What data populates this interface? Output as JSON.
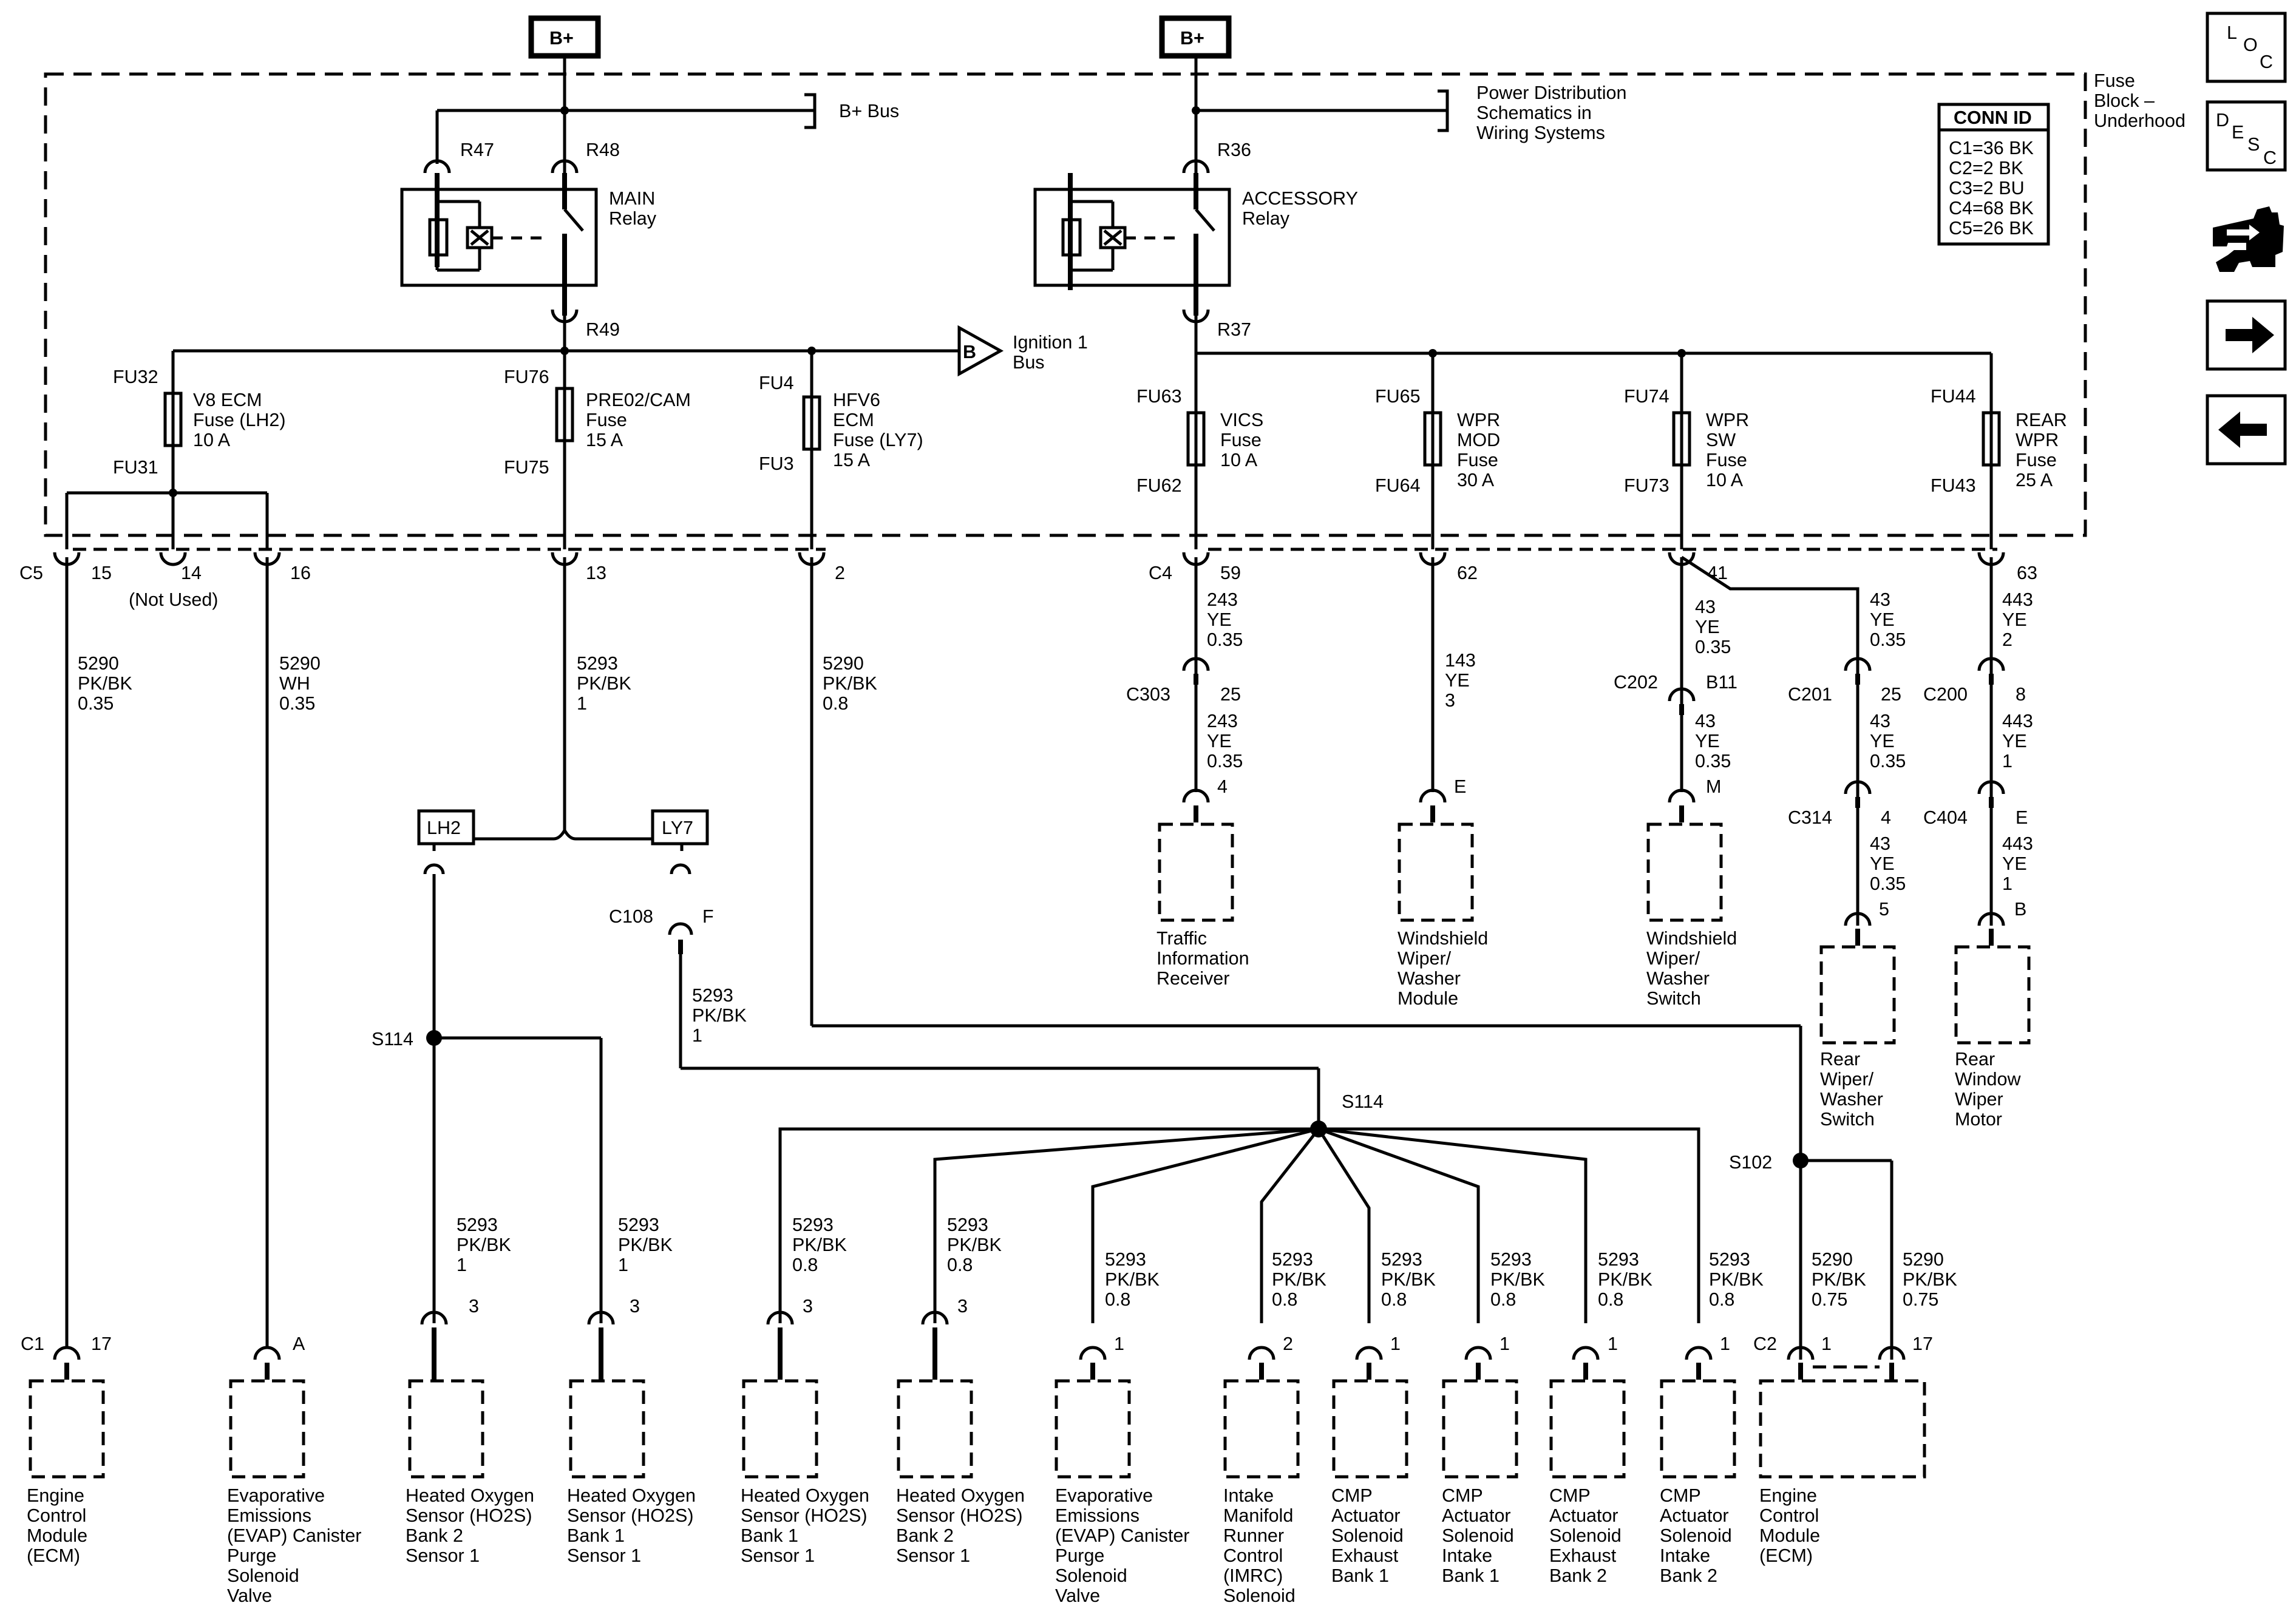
{
  "power_sources": [
    "B+",
    "B+"
  ],
  "fuse_block": {
    "label": [
      "Fuse",
      "Block –",
      "Underhood"
    ]
  },
  "conn_id": {
    "title": "CONN ID",
    "rows": [
      "C1=36 BK",
      "C2=2 BK",
      "C3=2 BU",
      "C4=68 BK",
      "C5=26 BK"
    ]
  },
  "labels": {
    "b_bus": "B+ Bus",
    "pwr_dist": [
      "Power Distribution",
      "Schematics in",
      "Wiring Systems"
    ],
    "main_relay": [
      "MAIN",
      "Relay"
    ],
    "acc_relay": [
      "ACCESSORY",
      "Relay"
    ],
    "ign_bus": [
      "Ignition 1",
      "Bus"
    ],
    "ign_bus_letter": "B",
    "not_used": "(Not Used)"
  },
  "pins": {
    "r47": "R47",
    "r48": "R48",
    "r49": "R49",
    "r36": "R36",
    "r37": "R37",
    "fu32": "FU32",
    "fu31": "FU31",
    "fu76": "FU76",
    "fu75": "FU75",
    "fu4": "FU4",
    "fu3": "FU3",
    "fu63": "FU63",
    "fu62": "FU62",
    "fu65": "FU65",
    "fu64": "FU64",
    "fu74": "FU74",
    "fu73": "FU73",
    "fu44": "FU44",
    "fu43": "FU43"
  },
  "fuses": {
    "v8ecm": [
      "V8 ECM",
      "Fuse (LH2)",
      "10 A"
    ],
    "pre02": [
      "PRE02/CAM",
      "Fuse",
      "15 A"
    ],
    "hfv6": [
      "HFV6",
      "ECM",
      "Fuse (LY7)",
      "15 A"
    ],
    "vics": [
      "VICS",
      "Fuse",
      "10 A"
    ],
    "wprmod": [
      "WPR",
      "MOD",
      "Fuse",
      "30 A"
    ],
    "wprsw": [
      "WPR",
      "SW",
      "Fuse",
      "10 A"
    ],
    "rearwpr": [
      "REAR",
      "WPR",
      "Fuse",
      "25 A"
    ]
  },
  "connectors": {
    "c5": "C5",
    "c5_15": "15",
    "c5_14": "14",
    "c5_16": "16",
    "c5_13": "13",
    "c5_2": "2",
    "c4": "C4",
    "c4_59": "59",
    "c4_62": "62",
    "c4_41": "41",
    "c4_63": "63",
    "c303": "C303",
    "c303_25": "25",
    "c202": "C202",
    "c202_b11": "B11",
    "c201": "C201",
    "c201_25": "25",
    "c200": "C200",
    "c200_8": "8",
    "c314": "C314",
    "c314_4": "4",
    "c404": "C404",
    "c404_e": "E",
    "c108": "C108",
    "c108_f": "F",
    "lh2": "LH2",
    "ly7": "LY7",
    "s114a": "S114",
    "s114b": "S114",
    "s102": "S102",
    "c1": "C1",
    "c1_17": "17",
    "evap1_a": "A",
    "c2": "C2",
    "c2_1": "1",
    "c2_17": "17",
    "tir_4": "4",
    "wwm_e": "E",
    "wws_m": "M",
    "rws_5": "5",
    "rwm_b": "B",
    "p_ho22_3": "3",
    "p_ho21_3": "3",
    "p_ho11b_3": "3",
    "p_ho21b_3": "3",
    "p_evap2_1": "1",
    "p_imrc_2": "2",
    "p_cmp1_1": "1",
    "p_cmp2_1": "1",
    "p_cmp3_1": "1",
    "p_cmp4_1": "1"
  },
  "wires": {
    "w15": [
      "5290",
      "PK/BK",
      "0.35"
    ],
    "w16": [
      "5290",
      "WH",
      "0.35"
    ],
    "w13": [
      "5293",
      "PK/BK",
      "1"
    ],
    "w2": [
      "5290",
      "PK/BK",
      "0.8"
    ],
    "w59a": [
      "243",
      "YE",
      "0.35"
    ],
    "w59b": [
      "243",
      "YE",
      "0.35"
    ],
    "w62": [
      "143",
      "YE",
      "3"
    ],
    "w41a": [
      "43",
      "YE",
      "0.35"
    ],
    "w41b": [
      "43",
      "YE",
      "0.35"
    ],
    "w41c": [
      "43",
      "YE",
      "0.35"
    ],
    "w41d": [
      "43",
      "YE",
      "0.35"
    ],
    "w41e": [
      "43",
      "YE",
      "0.35"
    ],
    "w63a": [
      "443",
      "YE",
      "2"
    ],
    "w63b": [
      "443",
      "YE",
      "1"
    ],
    "w63c": [
      "443",
      "YE",
      "1"
    ],
    "wly7": [
      "5293",
      "PK/BK",
      "1"
    ],
    "wh1": [
      "5293",
      "PK/BK",
      "1"
    ],
    "wh2": [
      "5293",
      "PK/BK",
      "1"
    ],
    "wh3": [
      "5293",
      "PK/BK",
      "0.8"
    ],
    "wh4": [
      "5293",
      "PK/BK",
      "0.8"
    ],
    "wh5": [
      "5293",
      "PK/BK",
      "0.8"
    ],
    "wh6": [
      "5293",
      "PK/BK",
      "0.8"
    ],
    "wh7": [
      "5293",
      "PK/BK",
      "0.8"
    ],
    "wh8": [
      "5293",
      "PK/BK",
      "0.8"
    ],
    "wh9": [
      "5293",
      "PK/BK",
      "0.8"
    ],
    "wh10": [
      "5293",
      "PK/BK",
      "0.8"
    ],
    "wc2a": [
      "5290",
      "PK/BK",
      "0.75"
    ],
    "wc2b": [
      "5290",
      "PK/BK",
      "0.75"
    ]
  },
  "components": {
    "ecm1": [
      "Engine",
      "Control",
      "Module",
      "(ECM)"
    ],
    "evap1": [
      "Evaporative",
      "Emissions",
      "(EVAP) Canister",
      "Purge",
      "Solenoid",
      "Valve"
    ],
    "ho22": [
      "Heated Oxygen",
      "Sensor (HO2S)",
      "Bank 2",
      "Sensor 1"
    ],
    "ho21": [
      "Heated Oxygen",
      "Sensor (HO2S)",
      "Bank 1",
      "Sensor 1"
    ],
    "ho11b": [
      "Heated Oxygen",
      "Sensor (HO2S)",
      "Bank 1",
      "Sensor 1"
    ],
    "ho21b": [
      "Heated Oxygen",
      "Sensor (HO2S)",
      "Bank 2",
      "Sensor 1"
    ],
    "evap2": [
      "Evaporative",
      "Emissions",
      "(EVAP) Canister",
      "Purge",
      "Solenoid",
      "Valve"
    ],
    "imrc": [
      "Intake",
      "Manifold",
      "Runner",
      "Control",
      "(IMRC)",
      "Solenoid"
    ],
    "cmp1": [
      "CMP",
      "Actuator",
      "Solenoid",
      "Exhaust",
      "Bank 1"
    ],
    "cmp2": [
      "CMP",
      "Actuator",
      "Solenoid",
      "Intake",
      "Bank 1"
    ],
    "cmp3": [
      "CMP",
      "Actuator",
      "Solenoid",
      "Exhaust",
      "Bank 2"
    ],
    "cmp4": [
      "CMP",
      "Actuator",
      "Solenoid",
      "Intake",
      "Bank 2"
    ],
    "ecm2": [
      "Engine",
      "Control",
      "Module",
      "(ECM)"
    ],
    "tir": [
      "Traffic",
      "Information",
      "Receiver"
    ],
    "wwm": [
      "Windshield",
      "Wiper/",
      "Washer",
      "Module"
    ],
    "wws": [
      "Windshield",
      "Wiper/",
      "Washer",
      "Switch"
    ],
    "rws": [
      "Rear",
      "Wiper/",
      "Washer",
      "Switch"
    ],
    "rwm": [
      "Rear",
      "Window",
      "Wiper",
      "Motor"
    ]
  },
  "nav": {
    "loc": [
      "L",
      "O",
      "C"
    ],
    "desc": [
      "D",
      "E",
      "S",
      "C"
    ],
    "tools_icon": "connector-tool-icon",
    "next_icon": "arrow-right-icon",
    "prev_icon": "arrow-left-icon"
  }
}
